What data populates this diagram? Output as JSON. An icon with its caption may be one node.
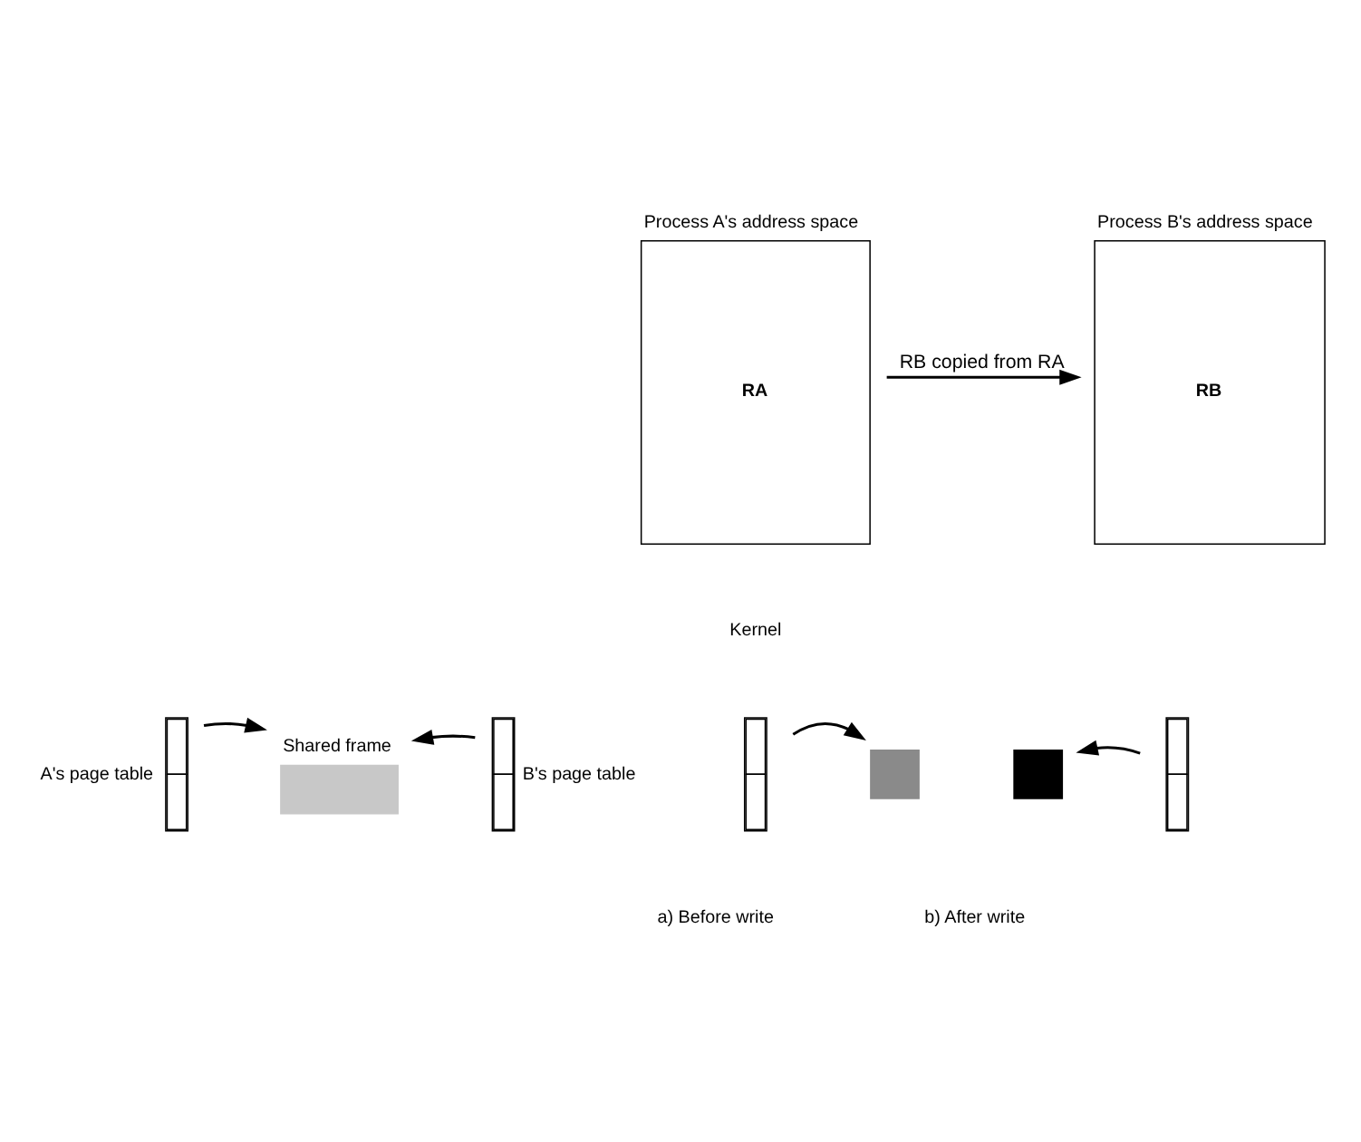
{
  "diagram": {
    "nodes": [
      {
        "text": [
          "Process A's address space",
          "RA"
        ]
      },
      {
        "text": [
          "Process B's address space",
          "RB"
        ]
      },
      {
        "text": [
          "A's page table"
        ]
      },
      {
        "text": [
          "Shared frame"
        ]
      },
      {
        "text": [
          "B's page table"
        ]
      },
      {
        "text": [],
        "shape": "bar"
      },
      {
        "text": [],
        "shape": "box"
      },
      {
        "text": [],
        "shape": "box"
      },
      {
        "text": [],
        "shape": "bar"
      }
    ],
    "edges": [
      {
        "from": 0,
        "to": 1,
        "arrow": "to",
        "label": "RB copied from RA"
      },
      {
        "from": 2,
        "to": 3,
        "arrow": "to"
      },
      {
        "from": 4,
        "to": 3,
        "arrow": "to"
      },
      {
        "from": 5,
        "to": 6,
        "arrow": "to"
      },
      {
        "from": 8,
        "to": 7,
        "arrow": "to"
      }
    ],
    "labels": [
      "Kernel",
      "a) Before write",
      "b) After write"
    ]
  }
}
